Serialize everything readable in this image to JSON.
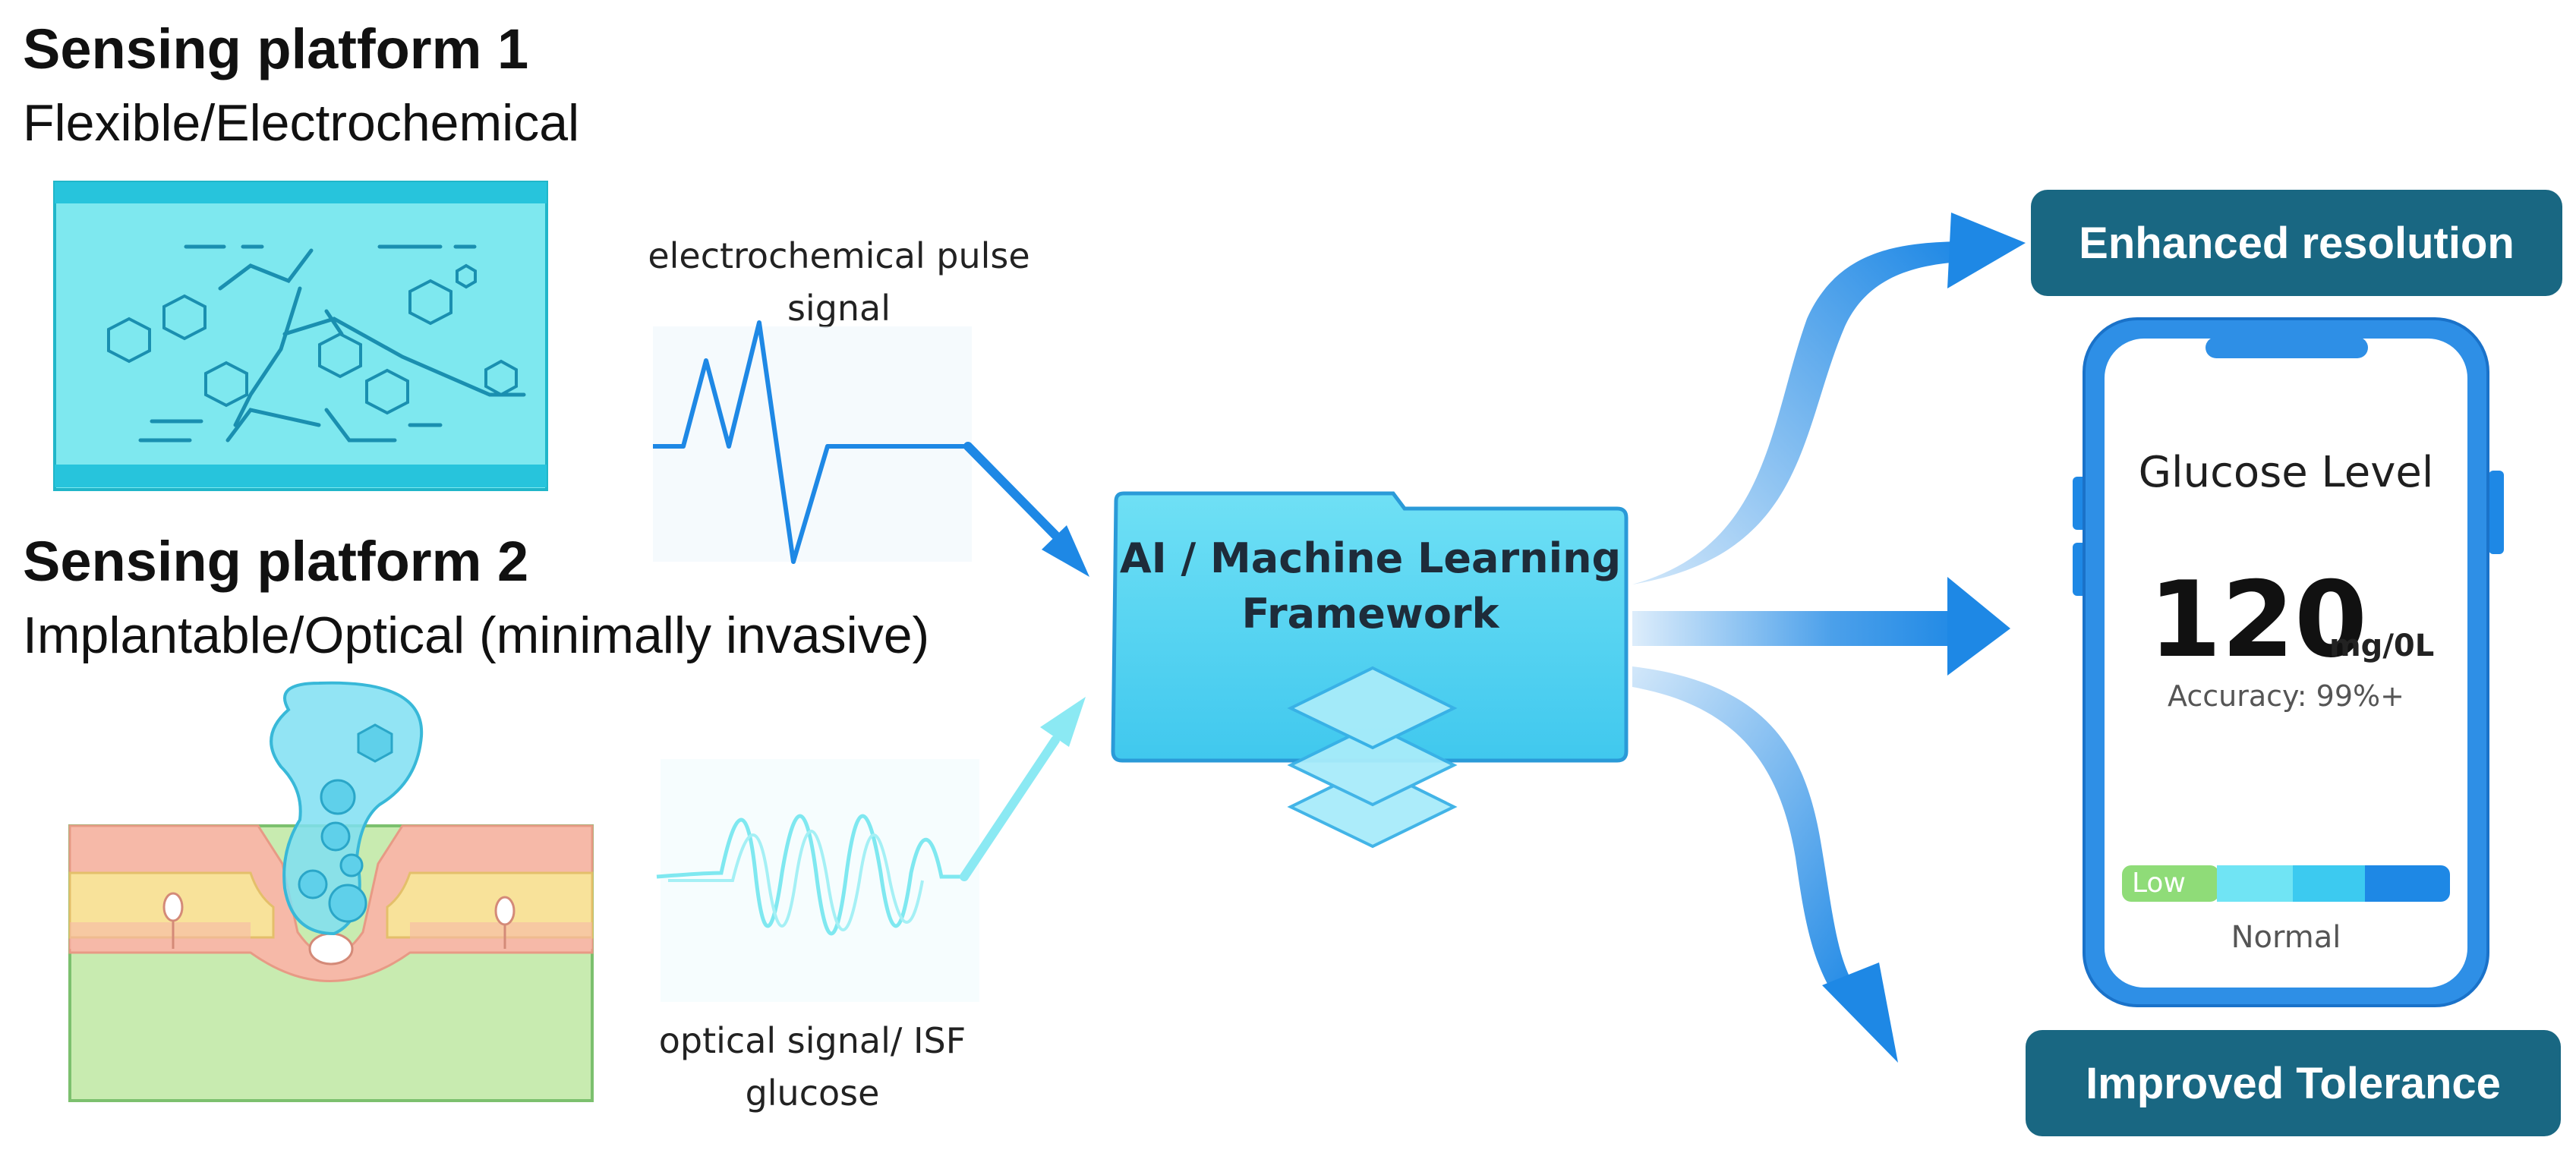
{
  "platform1": {
    "title": "Sensing platform 1",
    "subtitle": "Flexible/Electrochemical"
  },
  "platform2": {
    "title": "Sensing platform 2",
    "subtitle": "Implantable/Optical (minimally invasive)"
  },
  "signals": {
    "electrochemical": "electrochemical pulse signal",
    "optical": "optical signal/ ISF glucose"
  },
  "ai_box": {
    "line1": "AI / Machine Learning",
    "line2": "Framework"
  },
  "outcomes": {
    "top": "Enhanced resolution",
    "bottom": "Improved Tolerance"
  },
  "phone": {
    "heading": "Glucose Level",
    "value": "120",
    "unit": "mg/0L",
    "accuracy": "Accuracy: 99%+",
    "scale_low": "Low",
    "status": "Normal"
  },
  "colors": {
    "accent_blue": "#1e88e5",
    "cyan": "#5fe0ec",
    "dark_teal": "#196782",
    "skin_red": "#f4b8a8",
    "tissue_green": "#c8ebb0"
  }
}
